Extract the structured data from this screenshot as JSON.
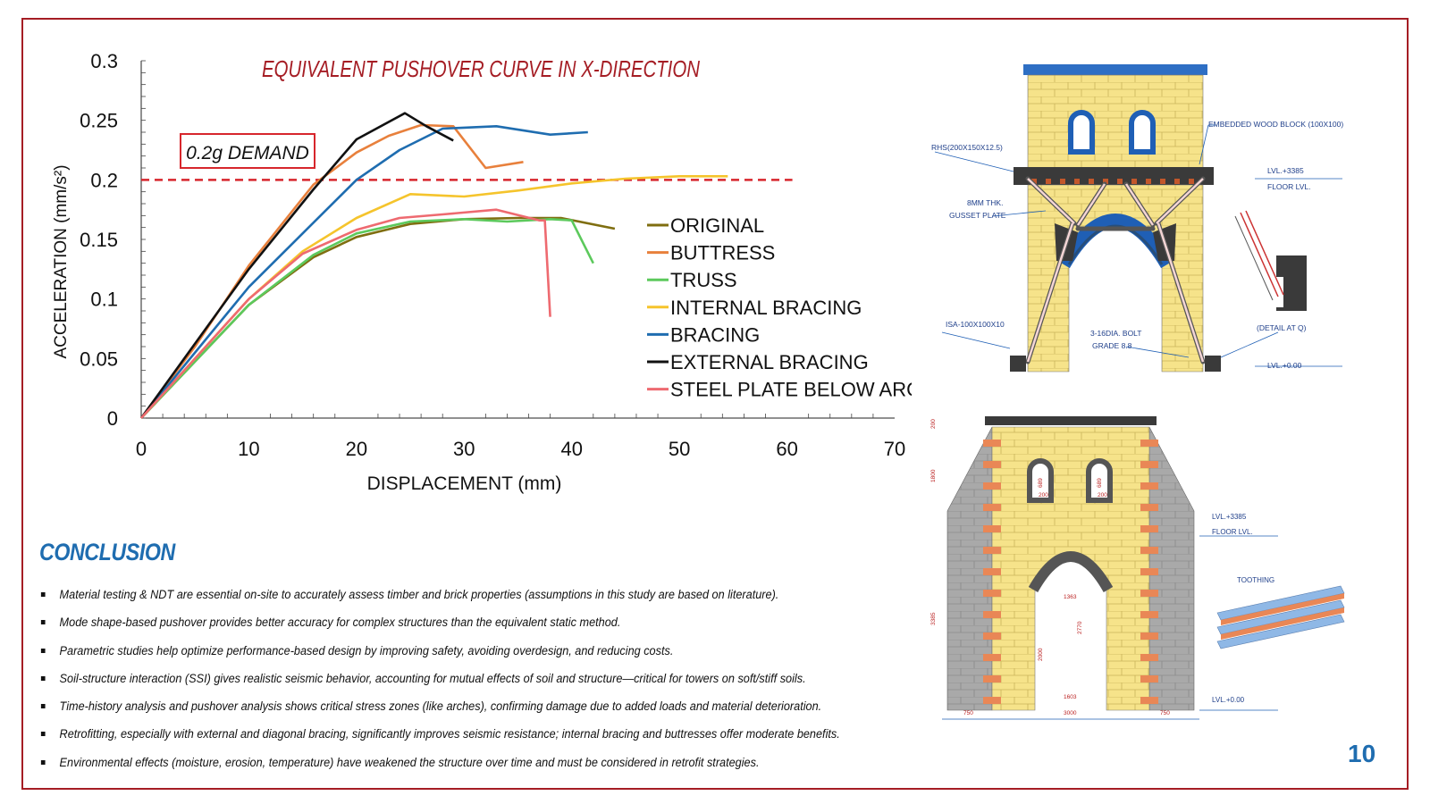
{
  "slide": {
    "page_number": "10"
  },
  "demand_box_label": "0.2g DEMAND",
  "conclusion": {
    "heading": "CONCLUSION",
    "items": [
      "Material testing & NDT are essential on-site to accurately assess timber and brick properties (assumptions in this study are based on literature).",
      "Mode shape-based pushover provides better accuracy for complex structures than the equivalent static method.",
      "Parametric studies help optimize performance-based design by improving safety, avoiding overdesign, and reducing costs.",
      "Soil-structure interaction (SSI) gives realistic seismic behavior, accounting for mutual effects of soil and structure—critical for towers on soft/stiff soils.",
      "Time-history analysis  and pushover analysis shows critical stress zones (like arches), confirming damage due to added loads and material deterioration.",
      "Retrofitting, especially with external and diagonal bracing, significantly improves seismic resistance; internal bracing and buttresses offer moderate benefits.",
      "Environmental effects (moisture, erosion, temperature) have weakened the structure over time and must be considered in retrofit strategies."
    ]
  },
  "drawing_labels": {
    "embedded_wood_block": "EMBEDDED WOOD BLOCK (100X100)",
    "rhs": "RHS(200X150X12.5)",
    "gusset_1": "8MM THK.",
    "gusset_2": "GUSSET PLATE",
    "isa": "ISA-100X100X10",
    "bolt_1": "3-16DIA. BOLT",
    "bolt_2": "GRADE 8.8",
    "detail_q": "(DETAIL AT Q)",
    "lvl_floor_1": "LVL.+3385",
    "lvl_floor_2": "FLOOR LVL.",
    "lvl_ground": "LVL.+0.00",
    "lvl_floor_b1": "LVL.+3385",
    "lvl_floor_b2": "FLOOR LVL.",
    "lvl_ground_b": "LVL.+0.00",
    "toothing": "TOOTHING",
    "dim_200": "200",
    "dim_1800": "1800",
    "dim_3385": "3385",
    "dim_1363": "1363",
    "dim_2000": "2000",
    "dim_2770": "2770",
    "dim_1603": "1603",
    "dim_750_l": "750",
    "dim_3000": "3000",
    "dim_750_r": "750",
    "dim_689_a": "689",
    "dim_200_a": "200",
    "dim_689_b": "689",
    "dim_200_b": "200"
  },
  "colors": {
    "frame": "#a51d24",
    "title": "#a51d24",
    "demand_line": "#d7262c",
    "accent_blue": "#1f6db0",
    "brick_yellow": "#f6e38a",
    "grey_wall": "#a9a9a9",
    "orange_brick": "#e98756"
  },
  "chart_data": {
    "type": "line",
    "title": "EQUIVALENT PUSHOVER CURVE IN X-DIRECTION",
    "xlabel": "DISPLACEMENT (mm)",
    "ylabel": "ACCELERATION (mm/s²)",
    "xlim": [
      0,
      70
    ],
    "ylim": [
      0,
      0.3
    ],
    "x_ticks": [
      "0",
      "10",
      "20",
      "30",
      "40",
      "50",
      "60",
      "70"
    ],
    "y_ticks": [
      "0",
      "0.05",
      "0.1",
      "0.15",
      "0.2",
      "0.25",
      "0.3"
    ],
    "grid": false,
    "legend_position": "right",
    "demand_line": 0.2,
    "series": [
      {
        "name": "ORIGINAL",
        "color": "#7f6e10",
        "points": [
          [
            0,
            0
          ],
          [
            10,
            0.095
          ],
          [
            16,
            0.135
          ],
          [
            20,
            0.152
          ],
          [
            25,
            0.163
          ],
          [
            30,
            0.167
          ],
          [
            35,
            0.168
          ],
          [
            39,
            0.168
          ],
          [
            44,
            0.159
          ]
        ]
      },
      {
        "name": "BUTTRESS",
        "color": "#e8803c",
        "points": [
          [
            0,
            0
          ],
          [
            5,
            0.06
          ],
          [
            10,
            0.128
          ],
          [
            16,
            0.196
          ],
          [
            20,
            0.223
          ],
          [
            23,
            0.237
          ],
          [
            26,
            0.246
          ],
          [
            29,
            0.245
          ],
          [
            32,
            0.21
          ],
          [
            35.5,
            0.215
          ]
        ]
      },
      {
        "name": "TRUSS",
        "color": "#5cc95c",
        "points": [
          [
            0,
            0
          ],
          [
            10,
            0.095
          ],
          [
            16,
            0.137
          ],
          [
            20,
            0.155
          ],
          [
            25,
            0.165
          ],
          [
            30,
            0.167
          ],
          [
            34,
            0.165
          ],
          [
            38,
            0.167
          ],
          [
            40,
            0.166
          ],
          [
            42,
            0.13
          ]
        ]
      },
      {
        "name": "INTERNAL BRACING",
        "color": "#f5c42c",
        "points": [
          [
            0,
            0
          ],
          [
            10,
            0.1
          ],
          [
            15,
            0.14
          ],
          [
            20,
            0.168
          ],
          [
            25,
            0.188
          ],
          [
            30,
            0.186
          ],
          [
            35,
            0.191
          ],
          [
            40,
            0.197
          ],
          [
            45,
            0.201
          ],
          [
            50,
            0.203
          ],
          [
            54.5,
            0.203
          ]
        ]
      },
      {
        "name": "BRACING",
        "color": "#1f6db0",
        "points": [
          [
            0,
            0
          ],
          [
            10,
            0.11
          ],
          [
            15,
            0.155
          ],
          [
            20,
            0.2
          ],
          [
            24,
            0.225
          ],
          [
            28,
            0.243
          ],
          [
            33,
            0.245
          ],
          [
            38,
            0.238
          ],
          [
            41.5,
            0.24
          ]
        ]
      },
      {
        "name": "EXTERNAL BRACING",
        "color": "#111111",
        "points": [
          [
            0,
            0
          ],
          [
            10,
            0.125
          ],
          [
            16,
            0.192
          ],
          [
            20,
            0.234
          ],
          [
            24.5,
            0.256
          ],
          [
            26.5,
            0.245
          ],
          [
            29,
            0.233
          ]
        ]
      },
      {
        "name": "STEEL PLATE BELOW ARCH",
        "color": "#ee6a70",
        "points": [
          [
            0,
            0
          ],
          [
            10,
            0.1
          ],
          [
            15,
            0.138
          ],
          [
            20,
            0.158
          ],
          [
            24,
            0.168
          ],
          [
            28,
            0.171
          ],
          [
            33,
            0.175
          ],
          [
            37,
            0.166
          ],
          [
            37.5,
            0.166
          ],
          [
            38,
            0.085
          ]
        ]
      }
    ]
  }
}
